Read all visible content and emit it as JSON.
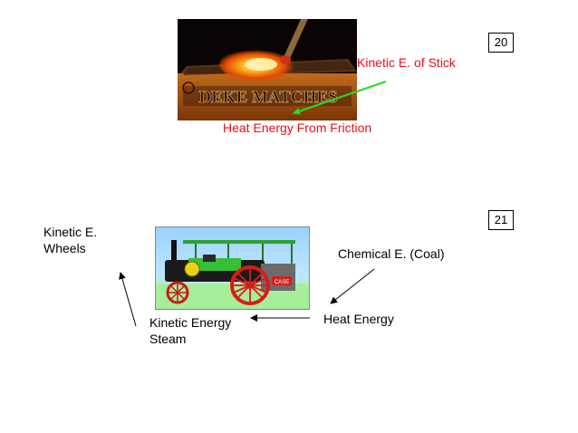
{
  "slide20": {
    "page_number": "20",
    "label_stick": "Kinetic E. of Stick",
    "label_friction": "Heat Energy From Friction",
    "matchbox_text": "DEKE MATCHES",
    "colors": {
      "label": "#e8101a",
      "arrow": "#22dd22"
    }
  },
  "slide21": {
    "page_number": "21",
    "label_wheels_1": "Kinetic E.",
    "label_wheels_2": "Wheels",
    "label_coal": "Chemical E. (Coal)",
    "label_heat": "Heat Energy",
    "label_steam_1": "Kinetic Energy",
    "label_steam_2": "Steam",
    "engine_plate": "CASE"
  }
}
